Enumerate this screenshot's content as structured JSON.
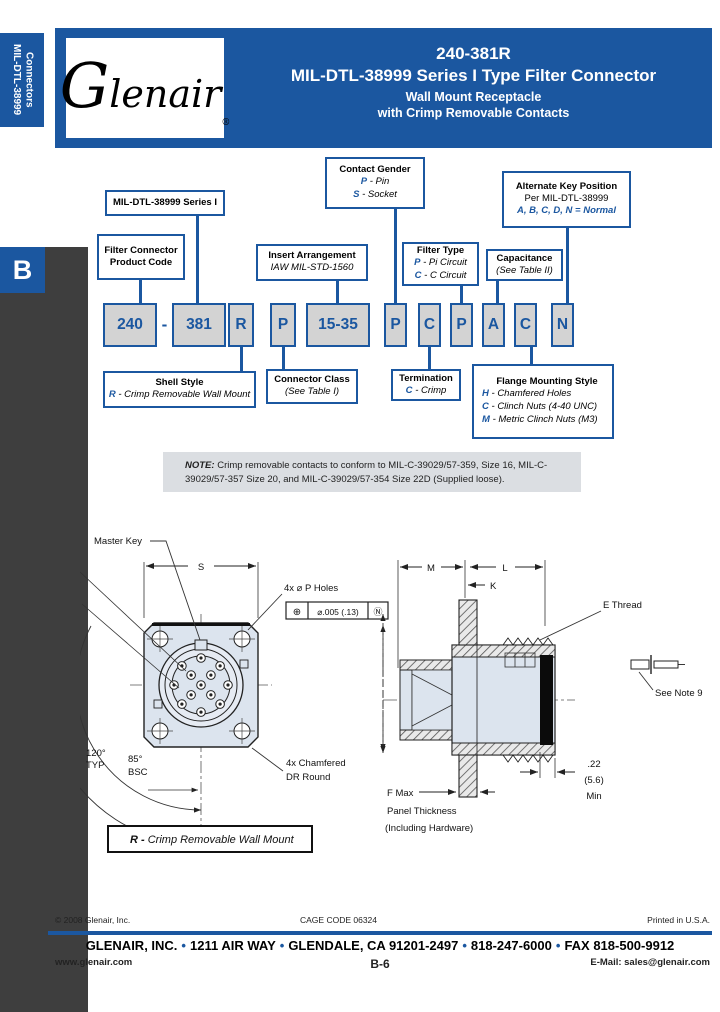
{
  "sidebar": {
    "tab_line1": "MIL-DTL-38999",
    "tab_line2": "Connectors",
    "section_letter": "B"
  },
  "header": {
    "logo_g": "G",
    "logo_rest": "lenair",
    "logo_reg": "®",
    "part_number": "240-381R",
    "title": "MIL-DTL-38999 Series I Type Filter Connector",
    "subtitle1": "Wall Mount Receptacle",
    "subtitle2": "with Crimp Removable Contacts"
  },
  "pn": {
    "segments": [
      "240",
      "381",
      "R",
      "P",
      "15-35",
      "P",
      "C",
      "P",
      "A",
      "C",
      "N"
    ],
    "separator": "-"
  },
  "callouts": {
    "series": {
      "title": "MIL-DTL-38999 Series I"
    },
    "product_code": {
      "line1": "Filter Connector",
      "line2": "Product Code"
    },
    "contact_gender": {
      "title": "Contact Gender",
      "opt1_code": "P",
      "opt1_desc": "- Pin",
      "opt2_code": "S",
      "opt2_desc": "- Socket"
    },
    "insert": {
      "title": "Insert Arrangement",
      "subtitle": "IAW MIL-STD-1560"
    },
    "filter_type": {
      "title": "Filter Type",
      "opt1_code": "P",
      "opt1_desc": "- Pi Circuit",
      "opt2_code": "C",
      "opt2_desc": "- C Circuit"
    },
    "capacitance": {
      "title": "Capacitance",
      "subtitle": "(See Table II)"
    },
    "alt_key": {
      "title": "Alternate Key Position",
      "line2": "Per MIL-DTL-38999",
      "line3": "A, B, C, D, N = Normal"
    },
    "shell": {
      "title": "Shell Style",
      "opt_code": "R",
      "opt_desc": "- Crimp Removable Wall Mount"
    },
    "class": {
      "title": "Connector Class",
      "subtitle": "(See Table I)"
    },
    "termination": {
      "title": "Termination",
      "opt_code": "C",
      "opt_desc": "- Crimp"
    },
    "flange": {
      "title": "Flange Mounting Style",
      "opt1_code": "H",
      "opt1_desc": "- Chamfered Holes",
      "opt2_code": "C",
      "opt2_desc": "- Clinch Nuts (4-40 UNC)",
      "opt3_code": "M",
      "opt3_desc": "- Metric Clinch Nuts (M3)"
    }
  },
  "note": {
    "label": "NOTE:",
    "text": "Crimp removable contacts to conform to MIL-C-39029/57-359, Size 16, MIL-C-39029/57-357 Size 20, and MIL-C-39029/57-354 Size 22D (Supplied loose)."
  },
  "front_view": {
    "master_key": "Master Key",
    "dim_s": "S",
    "holes_label": "4x ⌀ P Holes",
    "fcf_symbol": "⊕",
    "fcf_value": "⌀.005 (.13)",
    "fcf_modifier": "Ⓝ",
    "angle1": "120°",
    "angle1b": "TYP",
    "angle2": "85°",
    "angle2b": "BSC",
    "chamfer1": "4x Chamfered",
    "chamfer2": "DR Round",
    "caption_code": "R -",
    "caption_text": " Crimp Removable Wall Mount"
  },
  "side_view": {
    "dim_m": "M",
    "dim_l": "L",
    "dim_k": "K",
    "e_thread": "E Thread",
    "see_note": "See Note 9",
    "d22": ".22",
    "d56": "(5.6)",
    "dmin": "Min",
    "fmax": "F Max",
    "panel1": "Panel Thickness",
    "panel2": "(Including Hardware)"
  },
  "footer": {
    "copyright": "© 2008 Glenair, Inc.",
    "cage_code": "CAGE CODE 06324",
    "printed": "Printed in U.S.A.",
    "address": [
      "GLENAIR, INC.",
      "1211 AIR WAY",
      "GLENDALE, CA 91201-2497",
      "818-247-6000",
      "FAX 818-500-9912"
    ],
    "separator": "•",
    "website": "www.glenair.com",
    "page_number": "B-6",
    "email": "E-Mail: sales@glenair.com"
  },
  "colors": {
    "blue": "#1b57a0",
    "dark_band": "#3e3e3e",
    "box_gray": "#d3d3d3",
    "note_bg": "#dbdee2",
    "drawing_fill": "#dce4ee"
  }
}
